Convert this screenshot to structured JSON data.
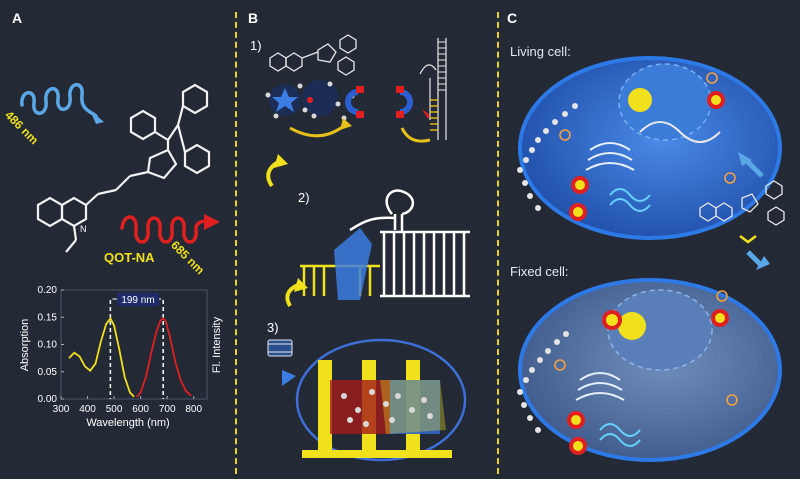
{
  "panels": {
    "a": "A",
    "b": "B",
    "c": "C"
  },
  "panel_a": {
    "excitation_label": "486 nm",
    "emission_label": "685 nm",
    "molecule_name": "QOT-NA"
  },
  "panel_b": {
    "step1": "1)",
    "step2": "2)",
    "step3": "3)"
  },
  "panel_c": {
    "living_label": "Living cell:",
    "fixed_label": "Fixed cell:"
  },
  "chart_data": {
    "type": "line",
    "xlabel": "Wavelength (nm)",
    "ylabel": "Absorption",
    "y2label": "Fl. Intensity",
    "xlim": [
      300,
      850
    ],
    "ylim": [
      0,
      0.2
    ],
    "xticks": [
      300,
      400,
      500,
      600,
      700,
      800
    ],
    "yticks": [
      0.0,
      0.05,
      0.1,
      0.15,
      0.2
    ],
    "annotation": "199 nm",
    "markers_x": [
      486,
      685
    ],
    "series": [
      {
        "color": "#f1e01c",
        "x": [
          330,
          350,
          370,
          390,
          410,
          430,
          450,
          470,
          486,
          500,
          520,
          540,
          560,
          575
        ],
        "y": [
          0.075,
          0.085,
          0.078,
          0.06,
          0.052,
          0.065,
          0.105,
          0.137,
          0.148,
          0.135,
          0.09,
          0.04,
          0.012,
          0.004
        ]
      },
      {
        "color": "#e02020",
        "x": [
          585,
          600,
          620,
          640,
          660,
          675,
          685,
          695,
          710,
          730,
          750,
          770,
          790
        ],
        "y": [
          0.004,
          0.012,
          0.04,
          0.085,
          0.125,
          0.144,
          0.148,
          0.142,
          0.115,
          0.07,
          0.035,
          0.015,
          0.006
        ]
      }
    ]
  },
  "colors": {
    "background": "#232a36",
    "accent_yellow": "#f1e01c",
    "emission_red": "#e02020",
    "excitation_blue": "#5aa7e8",
    "cell_blue": "#2f6fd6"
  }
}
